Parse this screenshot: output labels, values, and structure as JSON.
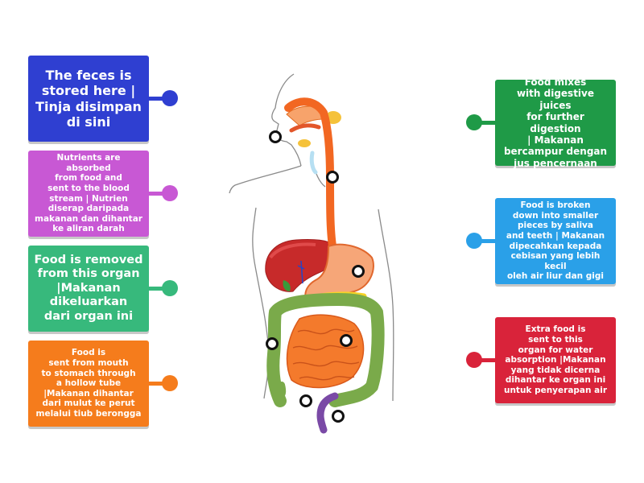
{
  "colors": {
    "blue": "#2f3fd1",
    "purple": "#c858d4",
    "teal": "#37b97c",
    "orange": "#f57c1c",
    "green": "#1f9a47",
    "light_blue": "#2aa0e8",
    "red": "#d9233a"
  },
  "labels": [
    {
      "id": "feces",
      "text": "The feces is\nstored here |\nTinja disimpan\ndi sini",
      "color": "#2f3fd1"
    },
    {
      "id": "nutrients",
      "text": "Nutrients are absorbed\nfrom food and\nsent to the blood\nstream | Nutrien\ndiserap daripada\nmakanan dan dihantar\nke aliran darah",
      "color": "#c858d4"
    },
    {
      "id": "removed",
      "text": "Food is removed\nfrom this organ\n|Makanan\ndikeluarkan\ndari organ ini",
      "color": "#37b97c"
    },
    {
      "id": "tube",
      "text": "Food is\nsent from mouth\nto stomach through\na hollow tube\n|Makanan dihantar\ndari mulut ke perut\nmelalui tiub berongga",
      "color": "#f57c1c"
    },
    {
      "id": "juices",
      "text": "Food mixes\nwith digestive juices\nfor further digestion\n| Makanan\nbercampur dengan\njus pencernaan",
      "color": "#1f9a47"
    },
    {
      "id": "saliva",
      "text": "Food is broken\ndown into smaller\npieces by saliva\nand teeth | Makanan\ndipecahkan kepada\ncebisan yang lebih kecil\noleh air liur dan gigi",
      "color": "#2aa0e8"
    },
    {
      "id": "water",
      "text": "Extra food is\nsent to this\norgan for water\nabsorption |Makanan\nyang tidak dicerna\ndihantar ke organ ini\nuntuk penyerapan air",
      "color": "#d9233a"
    }
  ]
}
